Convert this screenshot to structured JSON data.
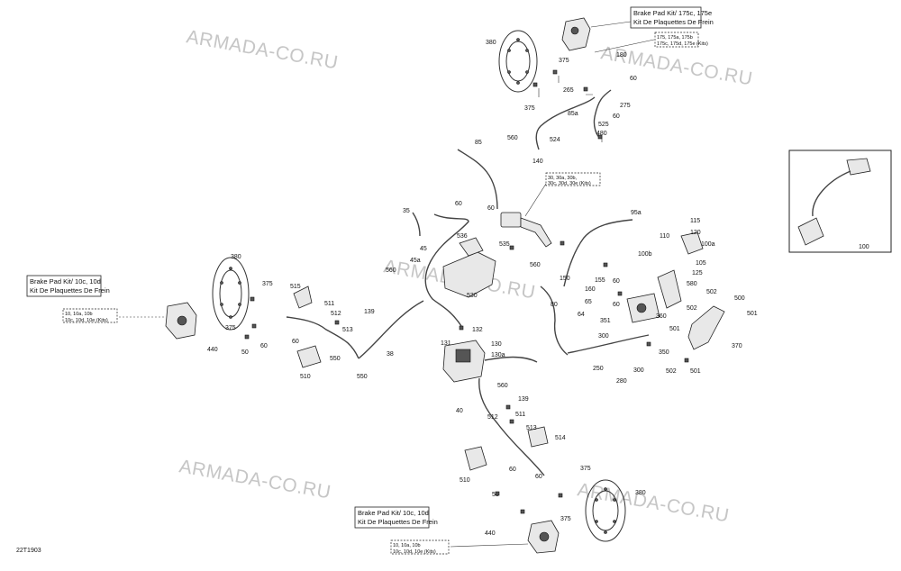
{
  "watermark": "ARMADA-CO.RU",
  "diagram_code": "22T1903",
  "kits": {
    "top_right": {
      "line1": "Brake Pad Kit/ 175c, 175e",
      "line2": "Kit De Plaquettes De Frein",
      "sub1": "175, 175a, 175b",
      "sub2": "175c, 175d, 175e (Kits)"
    },
    "left": {
      "line1": "Brake Pad Kit/ 10c, 10d",
      "line2": "Kit De Plaquettes De Frein",
      "sub1": "10, 10a, 10b",
      "sub2": "10c, 10d, 10e (Kits)"
    },
    "bottom": {
      "line1": "Brake Pad Kit/ 10c, 10d",
      "line2": "Kit De Plaquettes De Frein",
      "sub1": "10, 10a, 10b",
      "sub2": "10c, 10d, 10e (Kits)"
    },
    "master": {
      "sub1": "30, 30a, 30b,",
      "sub2": "30c, 30d, 30e (Kits)"
    }
  },
  "inset_label": "100",
  "labels": {
    "l380a": "380",
    "l375a": "375",
    "l180a": "180",
    "l60a": "60",
    "l265": "265",
    "l275": "275",
    "l375b": "375",
    "l85a": "85a",
    "l60b": "60",
    "l525": "525",
    "l560a": "560",
    "l524": "524",
    "l480": "480",
    "l85": "85",
    "l140": "140",
    "l35": "35",
    "l60c": "60",
    "l60d": "60",
    "l45": "45",
    "l536": "536",
    "l535": "535",
    "l45a": "45a",
    "l560b": "560",
    "l530": "530",
    "l95a": "95a",
    "l560c": "560",
    "l150": "150",
    "l80": "80",
    "l115": "115",
    "l110": "110",
    "l120": "120",
    "l100b": "100b",
    "l100a": "100a",
    "l105": "105",
    "l125": "125",
    "l580": "580",
    "l155": "155",
    "l160": "160",
    "l60e": "60",
    "l60f": "60",
    "l65": "65",
    "l64": "64",
    "l351": "351",
    "l502a": "502",
    "l500": "500",
    "l360": "360",
    "l502b": "502",
    "l501a": "501",
    "l501b": "501",
    "l300": "300",
    "l370": "370",
    "l350": "350",
    "l250": "250",
    "l300b": "300",
    "l502c": "502",
    "l501c": "501",
    "l280": "280",
    "l380b": "380",
    "l375c": "375",
    "l515": "515",
    "l511a": "511",
    "l512a": "512",
    "l139a": "139",
    "l513a": "513",
    "l375d": "375",
    "l50a": "50",
    "l60g": "60",
    "l60h": "60",
    "l440a": "440",
    "l550": "550",
    "l38": "38",
    "l510a": "510",
    "l132": "132",
    "l131": "131",
    "l130": "130",
    "l130a": "130a",
    "l560d": "560",
    "l139b": "139",
    "l40": "40",
    "l511b": "511",
    "l512b": "512",
    "l513b": "513",
    "l514": "514",
    "l510b": "510",
    "l60i": "60",
    "l50b": "50",
    "l375e": "375",
    "l380c": "380",
    "l375f": "375",
    "l440b": "440"
  }
}
